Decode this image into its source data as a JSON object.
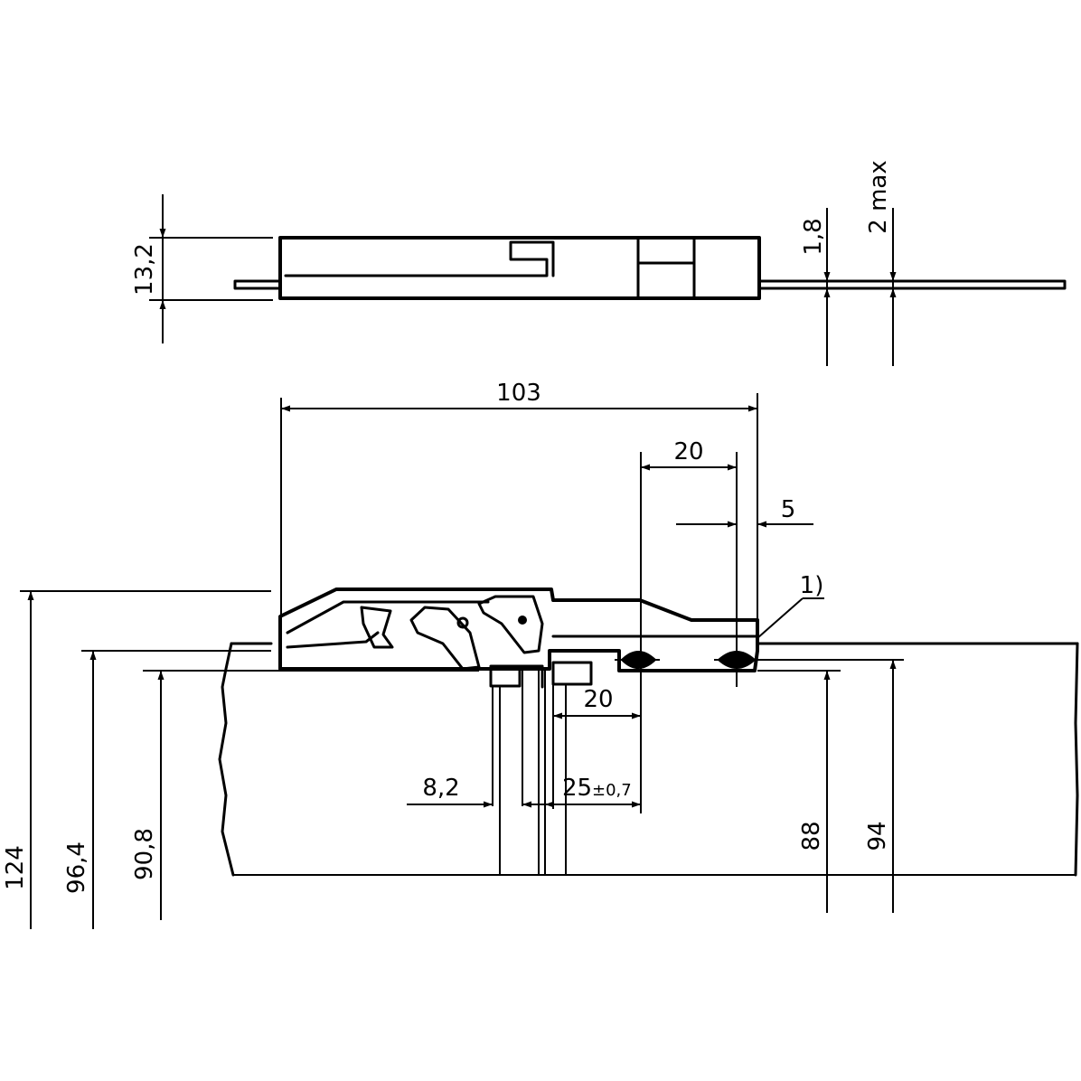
{
  "dimensions": {
    "top_height": "13,2",
    "thickness": "1,8",
    "gap_max": "2 max",
    "overall_length": "103",
    "center_spacing": "20",
    "edge_offset": "5",
    "note_ref": "1)",
    "lower_center": "20",
    "tolerance_dim": "25",
    "tolerance_value": "±0,7",
    "pin_width": "8,2",
    "h_124": "124",
    "h_96_4": "96,4",
    "h_90_8": "90,8",
    "h_88": "88",
    "h_94": "94"
  }
}
